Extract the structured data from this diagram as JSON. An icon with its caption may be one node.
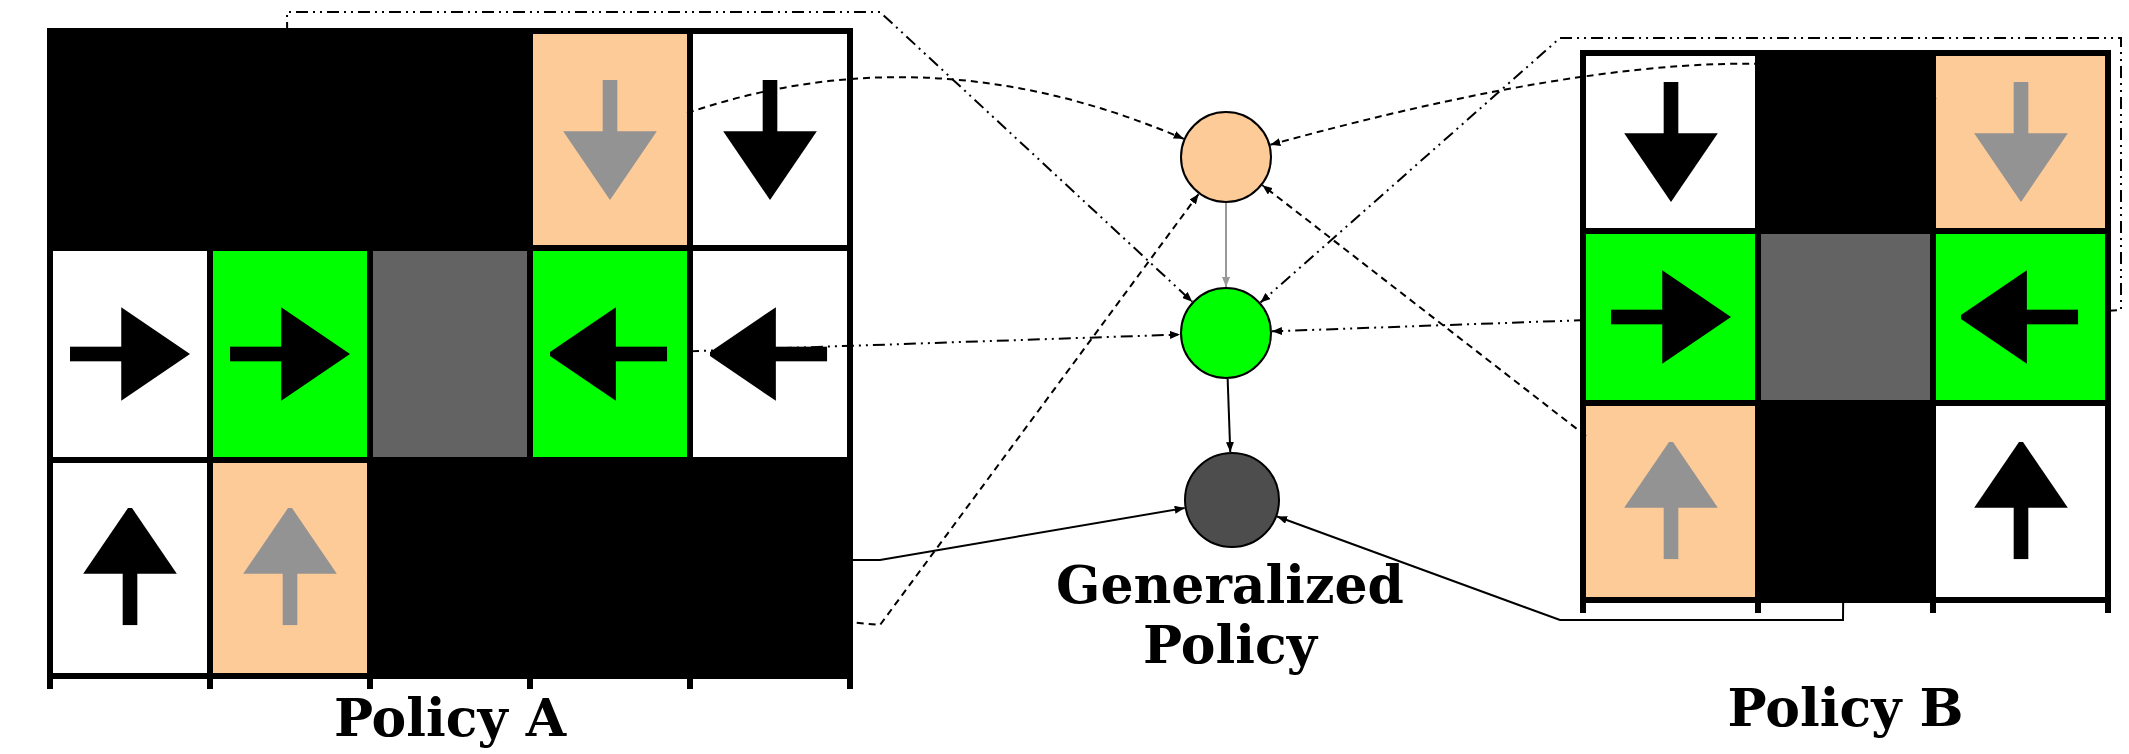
{
  "diagram": {
    "nodes": [
      {
        "text": [
          "Policy A"
        ]
      },
      {
        "text": [],
        "shape": "box",
        "in": 0
      },
      {
        "text": [],
        "shape": "box",
        "in": 0
      },
      {
        "text": [],
        "shape": "box",
        "in": 0
      },
      {
        "text": [],
        "shape": "box",
        "in": 0
      },
      {
        "text": [],
        "shape": "box",
        "in": 0
      },
      {
        "text": [
          "Policy B"
        ]
      },
      {
        "text": [],
        "shape": "box",
        "in": 6
      },
      {
        "text": [],
        "shape": "box",
        "in": 6
      },
      {
        "text": [],
        "shape": "box",
        "in": 6
      },
      {
        "text": [],
        "shape": "box",
        "in": 6
      },
      {
        "text": [],
        "shape": "box",
        "in": 6
      },
      {
        "text": [],
        "shape": "circle"
      },
      {
        "text": [],
        "shape": "circle"
      },
      {
        "text": [],
        "shape": "circle"
      }
    ],
    "edges": [
      {
        "from": 1,
        "to": 12,
        "arrow": "to",
        "style": "dashed"
      },
      {
        "from": 5,
        "to": 12,
        "arrow": "to",
        "style": "dashed"
      },
      {
        "from": 2,
        "to": 13,
        "arrow": "to",
        "style": "dashed"
      },
      {
        "from": 4,
        "to": 13,
        "arrow": "to",
        "style": "dashed"
      },
      {
        "from": 3,
        "to": 14,
        "arrow": "to"
      },
      {
        "from": 7,
        "to": 12,
        "arrow": "to",
        "style": "dashed"
      },
      {
        "from": 11,
        "to": 12,
        "arrow": "to",
        "style": "dashed"
      },
      {
        "from": 8,
        "to": 13,
        "arrow": "to",
        "style": "dashed"
      },
      {
        "from": 10,
        "to": 13,
        "arrow": "to",
        "style": "dashed"
      },
      {
        "from": 9,
        "to": 14,
        "arrow": "to"
      },
      {
        "from": 12,
        "to": 13,
        "arrow": "to",
        "color": "#999999"
      },
      {
        "from": 13,
        "to": 14,
        "arrow": "to"
      }
    ],
    "labels": [
      "Generalized Policy"
    ]
  }
}
